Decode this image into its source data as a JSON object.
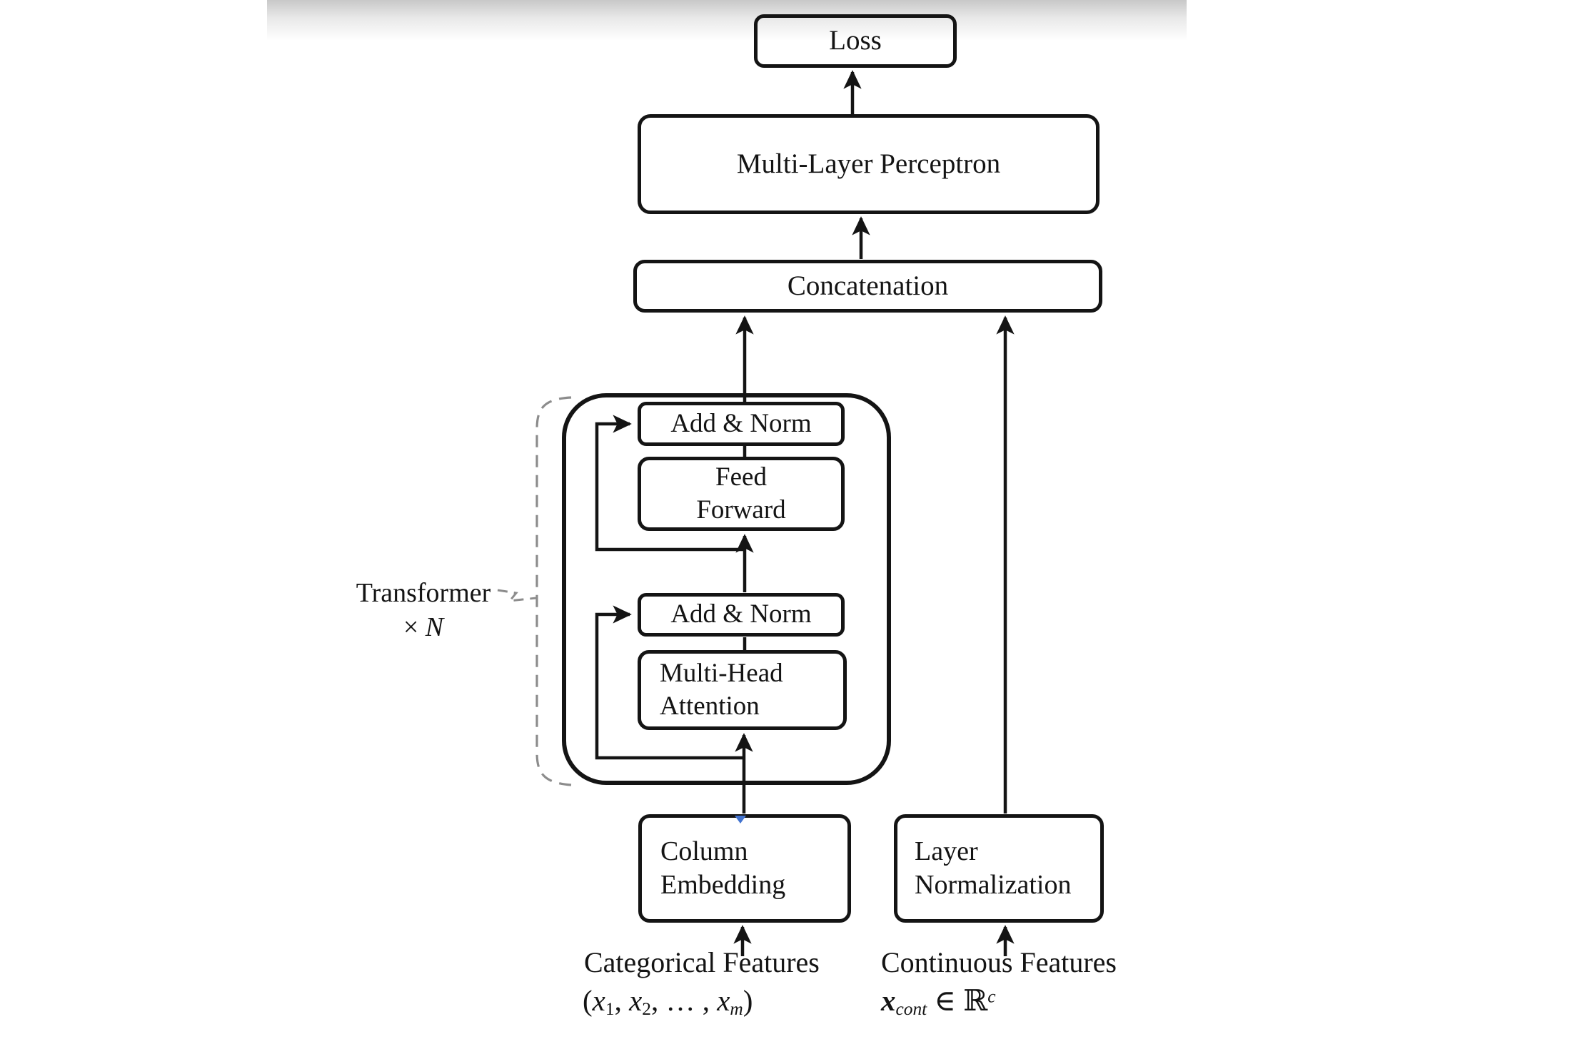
{
  "figure": {
    "type": "architecture-diagram",
    "description": "TabTransformer-style model architecture flow diagram on a white document page with a gray top shadow band"
  },
  "colors": {
    "line": "#141414",
    "dashed_bracket": "#8c8c8c",
    "artifact_blue": "#4273cf",
    "background": "#ffffff",
    "shadow_band_top": "#c8c8c8"
  },
  "boxes": {
    "loss": "Loss",
    "mlp": "Multi-Layer Perceptron",
    "concatenation": "Concatenation",
    "add_norm_top": "Add & Norm",
    "feed_forward": [
      "Feed",
      "Forward"
    ],
    "add_norm_bottom": "Add & Norm",
    "multi_head_attention": [
      "Multi-Head",
      "Attention"
    ],
    "column_embedding": [
      "Column",
      "Embedding"
    ],
    "layer_normalization": [
      "Layer",
      "Normalization"
    ]
  },
  "labels": {
    "transformer_line1": "Transformer",
    "transformer_line2": [
      {
        "t": "× "
      },
      {
        "t": "N",
        "i": 1
      }
    ],
    "categorical_line1": "Categorical Features",
    "categorical_line2": [
      {
        "t": "("
      },
      {
        "t": "x",
        "i": 1
      },
      {
        "t": "1",
        "sub": 1
      },
      {
        "t": ", "
      },
      {
        "t": "x",
        "i": 1
      },
      {
        "t": "2",
        "sub": 1
      },
      {
        "t": ", … , "
      },
      {
        "t": "x",
        "i": 1
      },
      {
        "t": "m",
        "sub": 1,
        "i": 1
      },
      {
        "t": ")"
      }
    ],
    "continuous_line1": "Continuous Features",
    "continuous_line2": [
      {
        "t": "x",
        "i": 1,
        "b": 1
      },
      {
        "t": "cont",
        "sub": 1,
        "i": 1
      },
      {
        "t": " ∈ "
      },
      {
        "t": "ℝ"
      },
      {
        "t": "c",
        "sup": 1,
        "i": 1
      }
    ]
  }
}
